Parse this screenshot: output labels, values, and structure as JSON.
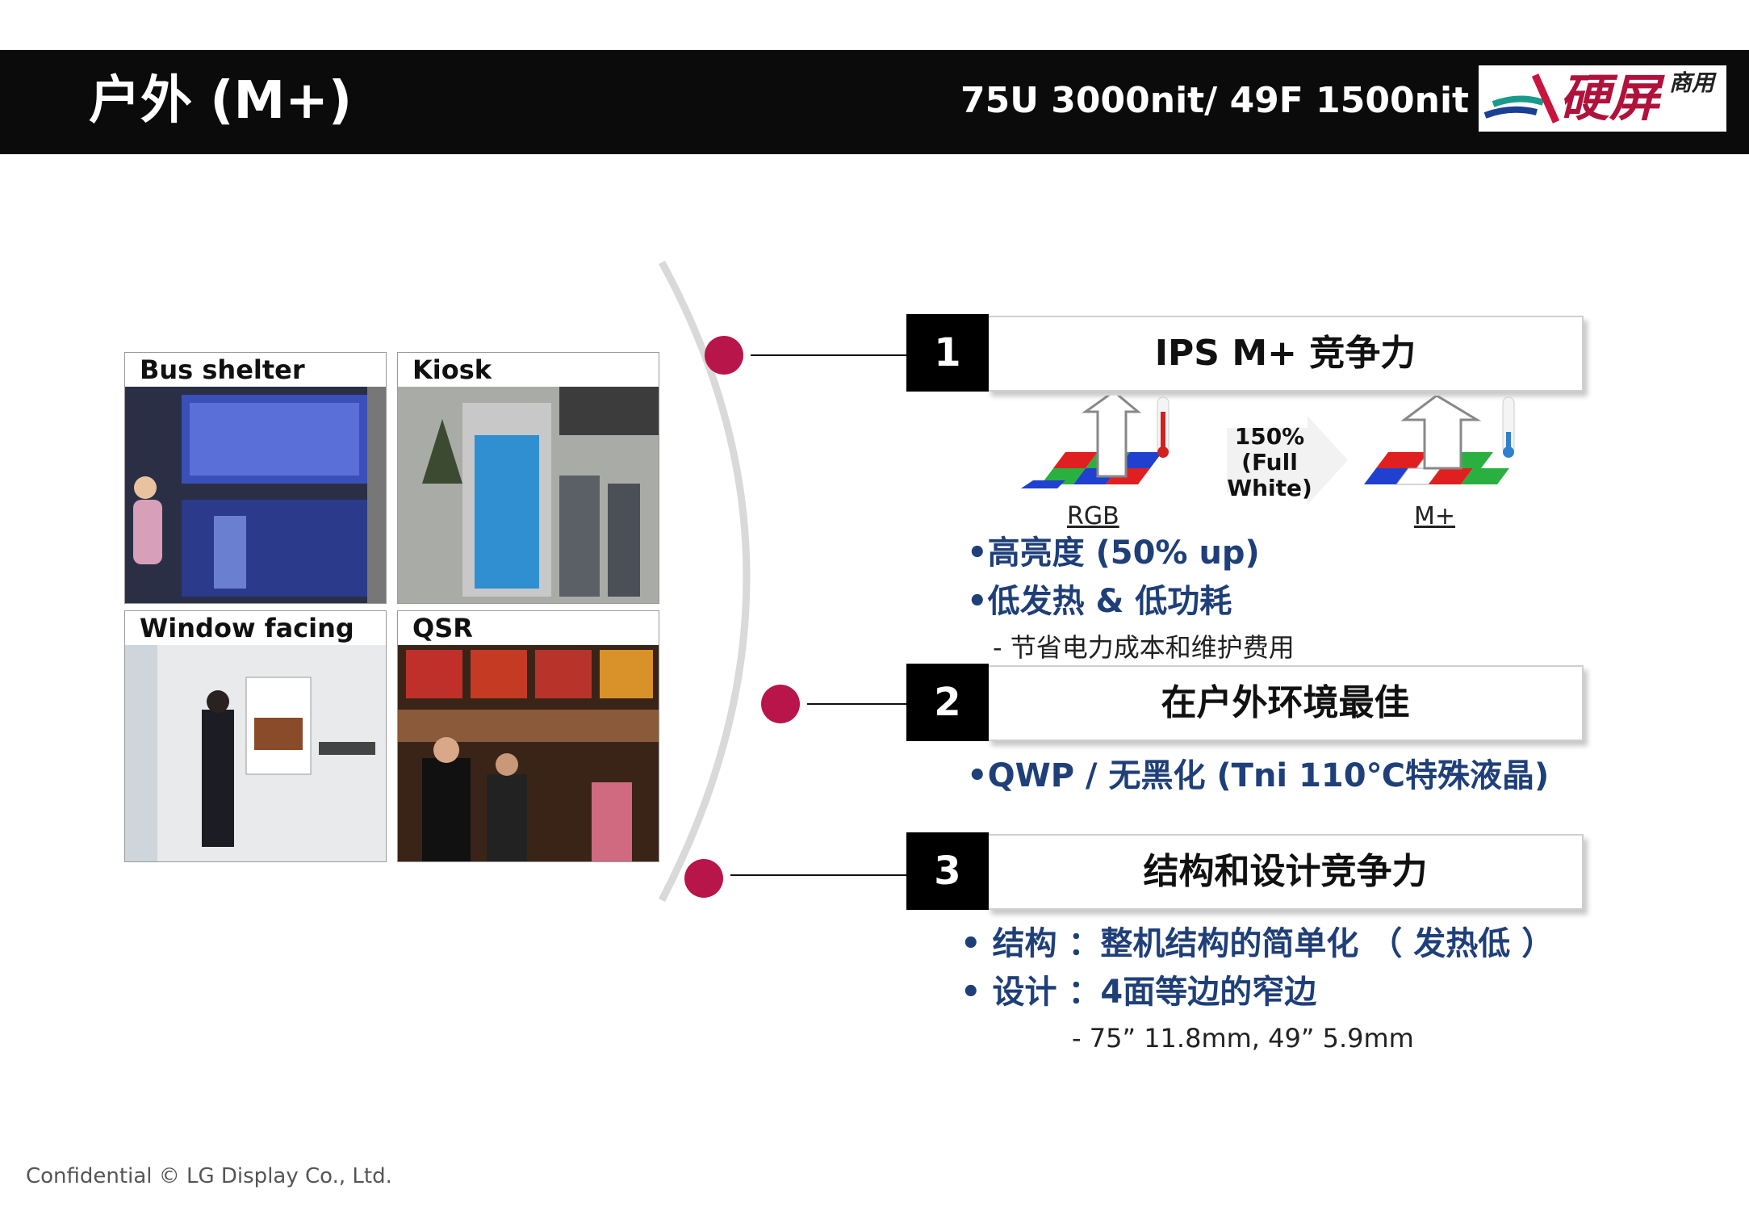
{
  "header": {
    "title": "户外 (M+)",
    "spec": "75U 3000nit/ 49F 1500nit",
    "logo_main": "硬屏",
    "logo_sub": "商用"
  },
  "tiles": [
    {
      "label": "Bus shelter"
    },
    {
      "label": "Kiosk"
    },
    {
      "label": "Window facing"
    },
    {
      "label": "QSR"
    }
  ],
  "sections": [
    {
      "number": "1",
      "title": "IPS M+ 竞争力"
    },
    {
      "number": "2",
      "title": "在户外环境最佳"
    },
    {
      "number": "3",
      "title": "结构和设计竞争力"
    }
  ],
  "diagram": {
    "left_label": "RGB",
    "right_label": "M+",
    "arrow_text": "150% (Full White)"
  },
  "section1_bullets": [
    "•高亮度 (50% up)",
    "•低发热 & 低功耗"
  ],
  "section1_sub": "- 节省电力成本和维护费用",
  "section2_bullets": [
    "•QWP / 无黑化 (Tni 110℃特殊液晶)"
  ],
  "section3_bullets": [
    "• 结构 ：整机结构的简单化 （ 发热低 ）",
    "• 设计 ：4面等边的窄边"
  ],
  "section3_sub": "- 75” 11.8mm,  49” 5.9mm",
  "footer": "Confidential © LG Display Co., Ltd.",
  "colors": {
    "accent_dot": "#b8154a",
    "bullet_text": "#1f3f78",
    "header_bg": "#0b0b0b"
  }
}
